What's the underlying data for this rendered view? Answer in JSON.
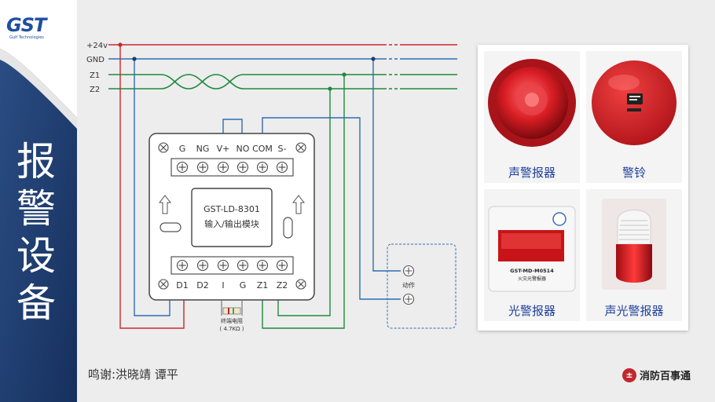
{
  "slide": {
    "title_chars": [
      "报",
      "警",
      "设",
      "备"
    ],
    "credit": "鸣谢:洪晓靖 谭平",
    "brand": {
      "mark": "±",
      "name": "消防百事通"
    },
    "logo": {
      "text": "GST",
      "sub": "Gulf Technologies"
    }
  },
  "diagram": {
    "bus_labels": {
      "v24": "+24v",
      "gnd": "GND",
      "z1": "Z1",
      "z2": "Z2"
    },
    "module": {
      "top_terminals": [
        "G",
        "NG",
        "V+",
        "NO",
        "COM",
        "S-"
      ],
      "bottom_terminals": [
        "D1",
        "D2",
        "I",
        "G",
        "Z1",
        "Z2"
      ],
      "model": "GST-LD-8301",
      "desc": "输入/输出模块"
    },
    "resistor": {
      "label": "终端电阻",
      "value": "( 4.7KΩ )"
    },
    "action": {
      "label": "动作"
    }
  },
  "devices": [
    {
      "name": "声警报器"
    },
    {
      "name": "警铃"
    },
    {
      "name": "光警报器",
      "printed_model": "GST-MD-M0514",
      "printed_text": "火灾光警报器"
    },
    {
      "name": "声光警报器"
    }
  ],
  "colors": {
    "red": "#c8282e",
    "blue": "#2f6db3",
    "green": "#1f8a3c",
    "navy": "#1d3a6e",
    "accent": "#1f3f9a"
  }
}
